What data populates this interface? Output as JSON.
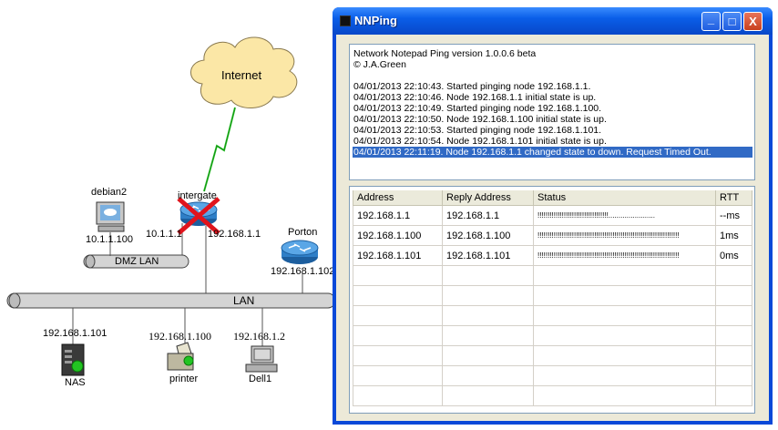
{
  "diagram": {
    "cloud_label": "Internet",
    "router_name": "intergate",
    "router_ip_left": "10.1.1.1",
    "router_ip_right": "192.168.1.1",
    "debian": {
      "name": "debian2",
      "ip": "10.1.1.100"
    },
    "dmz_label": "DMZ LAN",
    "porton": {
      "name": "Porton",
      "ip": "192.168.1.102"
    },
    "lan_label": "LAN",
    "nas": {
      "ip": "192.168.1.101",
      "name": "NAS"
    },
    "printer": {
      "ip": "192.168.1.100",
      "name": "printer"
    },
    "dell": {
      "ip": "192.168.1.2",
      "name": "Dell1"
    }
  },
  "window": {
    "title": "NNPing",
    "minimize": "_",
    "maximize": "□",
    "close": "X",
    "log": [
      "Network Notepad Ping version 1.0.0.6 beta",
      "© J.A.Green",
      "",
      "04/01/2013 22:10:43. Started pinging node 192.168.1.1.",
      "04/01/2013 22:10:46. Node 192.168.1.1 initial state is up.",
      "04/01/2013 22:10:49. Started pinging node 192.168.1.100.",
      "04/01/2013 22:10:50. Node 192.168.1.100 initial state is up.",
      "04/01/2013 22:10:53. Started pinging node 192.168.1.101.",
      "04/01/2013 22:10:54. Node 192.168.1.101 initial state is up.",
      "04/01/2013 22:11:19. Node 192.168.1.1 changed state to down. Request Timed Out."
    ],
    "columns": [
      "Address",
      "Reply Address",
      "Status",
      "RTT"
    ],
    "rows": [
      {
        "address": "192.168.1.1",
        "reply": "192.168.1.1",
        "status": "!!!!!!!!!!!!!!!!!!!!!!!!!!!!!!!!!!!.......................",
        "rtt": "--ms"
      },
      {
        "address": "192.168.1.100",
        "reply": "192.168.1.100",
        "status": "!!!!!!!!!!!!!!!!!!!!!!!!!!!!!!!!!!!!!!!!!!!!!!!!!!!!!!!!!!!!!!!!!!!!!!",
        "rtt": "1ms"
      },
      {
        "address": "192.168.1.101",
        "reply": "192.168.1.101",
        "status": "!!!!!!!!!!!!!!!!!!!!!!!!!!!!!!!!!!!!!!!!!!!!!!!!!!!!!!!!!!!!!!!!!!!!!!",
        "rtt": "0ms"
      }
    ]
  },
  "colors": {
    "title_blue": "#0a49d8",
    "selection": "#316ac5",
    "router_blue": "#2f7fc7",
    "down_x": "#e0141c",
    "status_up": "#22c422",
    "link_green": "#2cc42c"
  }
}
